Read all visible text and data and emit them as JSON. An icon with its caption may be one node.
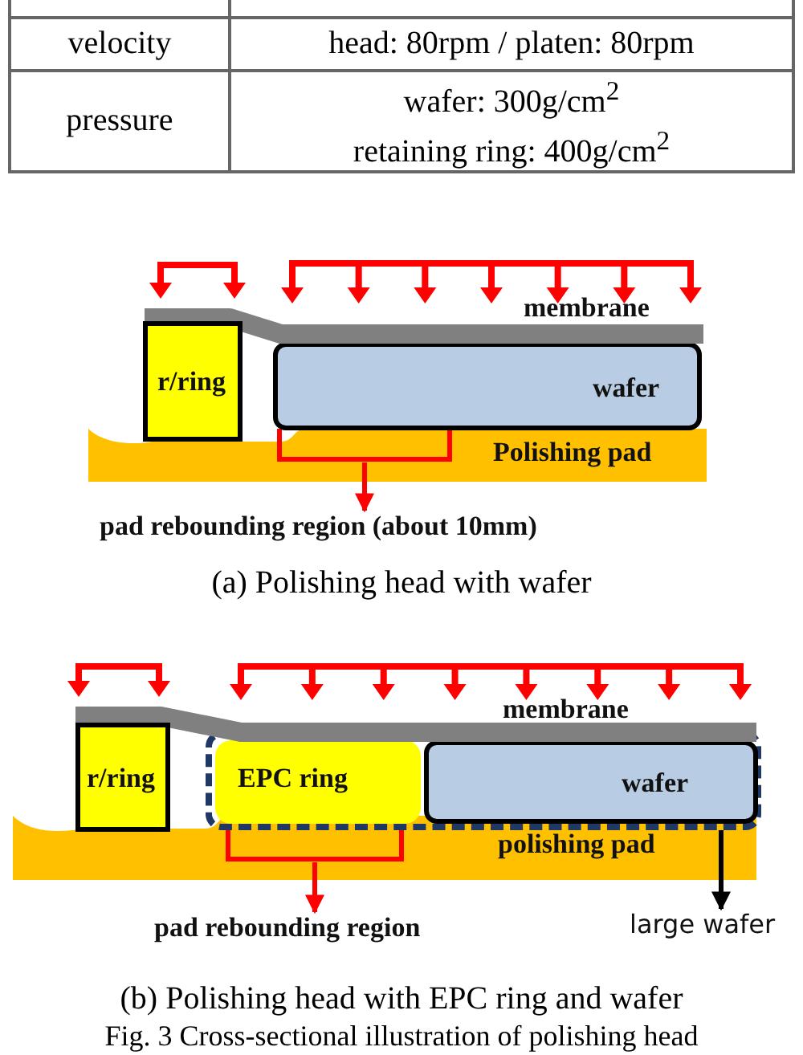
{
  "diagram": {
    "caption": "Fig. 3 Cross-sectional illustration of polishing head",
    "nodes": [
      {
        "text": [
          "membrane"
        ]
      },
      {
        "text": [
          "r/ring"
        ]
      },
      {
        "text": [
          "wafer"
        ]
      },
      {
        "text": [
          "Polishing pad"
        ]
      },
      {
        "text": [],
        "shape": "bracket",
        "in": 3
      },
      {
        "text": [
          "pad rebounding region (about 10mm)"
        ]
      },
      {
        "text": [
          "membrane"
        ]
      },
      {
        "text": [
          "r/ring"
        ]
      },
      {
        "text": [],
        "shape": "box"
      },
      {
        "text": [
          "EPC ring"
        ],
        "in": 8
      },
      {
        "text": [
          "wafer"
        ],
        "in": 8
      },
      {
        "text": [
          "polishing pad"
        ]
      },
      {
        "text": [],
        "shape": "bracket",
        "in": 11
      },
      {
        "text": [
          "pad rebounding region"
        ]
      },
      {
        "text": [
          "large wafer"
        ]
      }
    ],
    "edges": [
      {
        "from": 4,
        "to": 5,
        "arrow": "to"
      },
      {
        "from": 12,
        "to": 13,
        "arrow": "to"
      },
      {
        "from": 8,
        "to": 14,
        "arrow": "to",
        "color": "#000000"
      }
    ],
    "labels": [
      "velocity",
      "head: 80rpm / platen: 80rpm",
      "pressure",
      "wafer: 300g/cm$^{2}$",
      "retaining ring: 400g/cm$^{2}$",
      "(a) Polishing head with wafer",
      "(b) Polishing head with EPC ring and wafer"
    ]
  }
}
